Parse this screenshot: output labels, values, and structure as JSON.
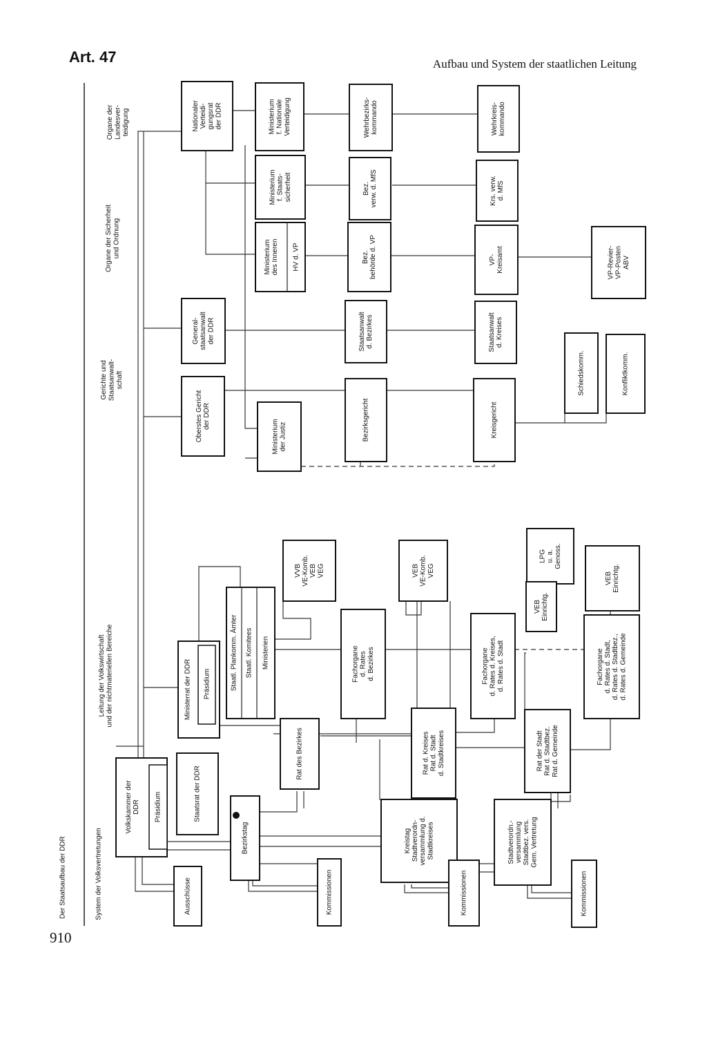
{
  "header": {
    "article": "Art. 47",
    "title": "Aufbau und System der staatlichen Leitung"
  },
  "page_number": "910",
  "diagram": {
    "side_title": "Der Staatsaufbau der DDR",
    "column_labels": {
      "volksvertretungen": [
        "System der Volksvertretungen"
      ],
      "volkswirtschaft": [
        "Leitung der Volkswirtschaft",
        "und der nichtmateriellen Bereiche"
      ],
      "gerichte": [
        "Gerichte und",
        "Staatsanwalt-",
        "schaft"
      ],
      "sicherheit": [
        "Organe der Sicherheit",
        "und Ordnung"
      ],
      "landesverteidigung": [
        "Organe der",
        "Landesver-",
        "teidigung"
      ]
    },
    "boxes": {
      "nationaler_verteidigungsrat": [
        "Nationaler",
        "Verteidi-",
        "gungsrat",
        "der DDR"
      ],
      "ministerium_nationale_verteidigung": [
        "Ministerium",
        "f. Nationale",
        "Verteidigung"
      ],
      "wehrbezirkskommando": [
        "Wehrbezirks-",
        "kommando"
      ],
      "wehrkreiskommando": [
        "Wehrkreis-",
        "kommando"
      ],
      "ministerium_staatssicherheit": [
        "Ministerium",
        "f. Staats-",
        "sicherheit"
      ],
      "bezirksverwaltung_mfs": [
        "Bez.",
        "verw. d. MfS"
      ],
      "kreisverwaltung_mfs": [
        "Krs. verw.",
        "d. MfS"
      ],
      "ministerium_des_inneren": [
        "Ministerium",
        "des Inneren"
      ],
      "hv_vp": [
        "HV d. VP"
      ],
      "bezirksbehoerde_vp": [
        "Bez.",
        "behörde d. VP"
      ],
      "vp_kreisamt": [
        "VP-",
        "Kreisamt"
      ],
      "vp_revier": [
        "VP-Revier-",
        "VP-Posten",
        "ABV"
      ],
      "generalstaatsanwalt": [
        "General-",
        "staatsanwalt",
        "der DDR"
      ],
      "staatsanwalt_bezirk": [
        "Staatsanwalt",
        "d. Bezirkes"
      ],
      "staatsanwalt_kreis": [
        "Staatsanwalt",
        "d. Kreises"
      ],
      "schiedskommission": [
        "Schiedskomm."
      ],
      "konfliktkommission": [
        "Konfliktkomm."
      ],
      "oberstes_gericht": [
        "Oberstes Gericht",
        "der DDR"
      ],
      "ministerium_justiz": [
        "Ministerium",
        "der Justiz"
      ],
      "bezirksgericht": [
        "Bezirksgericht"
      ],
      "kreisgericht": [
        "Kreisgericht"
      ],
      "vvb_group": [
        "VVB",
        "VE-Komb.",
        "VEB",
        "VEG"
      ],
      "veb_group": [
        "VEB",
        "VE-Komb.",
        "VEG"
      ],
      "lpg": [
        "LPG",
        "u. a.",
        "Genoss."
      ],
      "veb_einrichtungen_kreis": [
        "VEB",
        "Einrichtg."
      ],
      "veb_einrichtungen_gemeinde": [
        "VEB",
        "Einrichtg."
      ],
      "staatliche_organe": [
        "Staatl. Plankomm. Ämter",
        "Staatl. Komitees",
        "Ministerien"
      ],
      "ministerrat": [
        "Ministerrat der DDR"
      ],
      "ministerrat_praesidium": [
        "Präsidium"
      ],
      "fachorgane_bezirk": [
        "Fachorgane",
        "d. Rates",
        "d. Bezirkes"
      ],
      "fachorgane_kreis": [
        "Fachorgane",
        "d. Rates d. Kreises,",
        "d. Rates d. Stadt"
      ],
      "fachorgane_gemeinde": [
        "Fachorgane",
        "d. Rates d. Stadt,",
        "d. Rates d. Stadtbez.,",
        "d. Rates d. Gemeinde"
      ],
      "rat_des_bezirkes": [
        "Rat des Bezirkes"
      ],
      "rat_kreis": [
        "Rat d. Kreises",
        "Rat d. Stadt",
        "d. Stadtkreises"
      ],
      "rat_stadt": [
        "Rat der Stadt",
        "Rat d. Stadtbez.",
        "Rat d. Gemeinde"
      ],
      "volkskammer": [
        "Volkskammer der",
        "DDR"
      ],
      "volkskammer_praesidium": [
        "Präsidium"
      ],
      "staatsrat": [
        "Staatsrat der DDR"
      ],
      "bezirkstag": [
        "Bezirkstag"
      ],
      "kreistag": [
        "Kreistag",
        "Stadtverordn-",
        "versammlung d.",
        "Stadtkreises"
      ],
      "stadtverordnetenversammlung": [
        "Stadtverordn.-",
        "versammlung",
        "Stadtbez. vers.",
        "Gem. Vertretung"
      ],
      "ausschuesse": [
        "Ausschüsse"
      ],
      "kommissionen_1": [
        "Kommissionen"
      ],
      "kommissionen_2": [
        "Kommissionen"
      ],
      "kommissionen_3": [
        "Kommissionen"
      ]
    }
  }
}
